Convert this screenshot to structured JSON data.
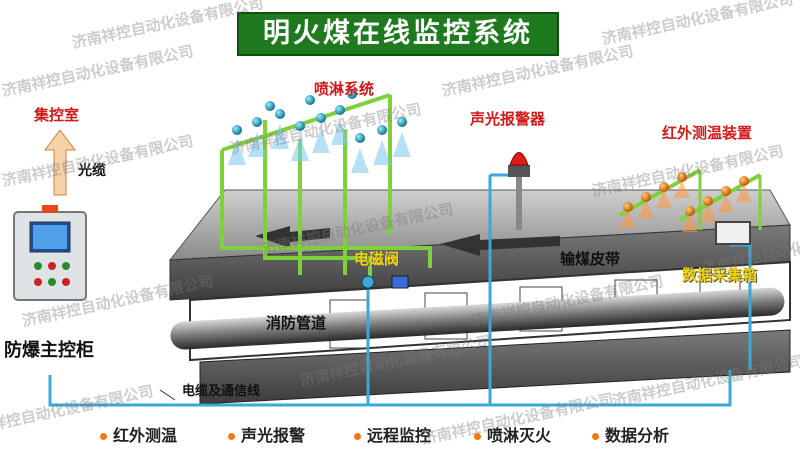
{
  "title": "明火煤在线监控系统",
  "watermark": "济南祥控自动化设备有限公司",
  "labels": {
    "control_room": "集控室",
    "optical_cable": "光缆",
    "spray_system": "喷淋系统",
    "alarm": "声光报警器",
    "ir_temp_device": "红外测温装置",
    "solenoid_valve": "电磁阀",
    "conveyor_belt": "输煤皮带",
    "data_box": "数据采集箱",
    "fire_pipe": "消防管道",
    "cabinet": "防爆主控柜",
    "power_comm_line": "电缆及通信线"
  },
  "legend": [
    "红外测温",
    "声光报警",
    "远程监控",
    "喷淋灭火",
    "数据分析"
  ],
  "colors": {
    "title_bg": "#1f7a1f",
    "label_red": "#d11a1a",
    "label_yellow": "#f2d20a",
    "cable_blue": "#3aa8d8",
    "pipe_green": "#7fd13b",
    "legend_dot": "#f07a10"
  }
}
